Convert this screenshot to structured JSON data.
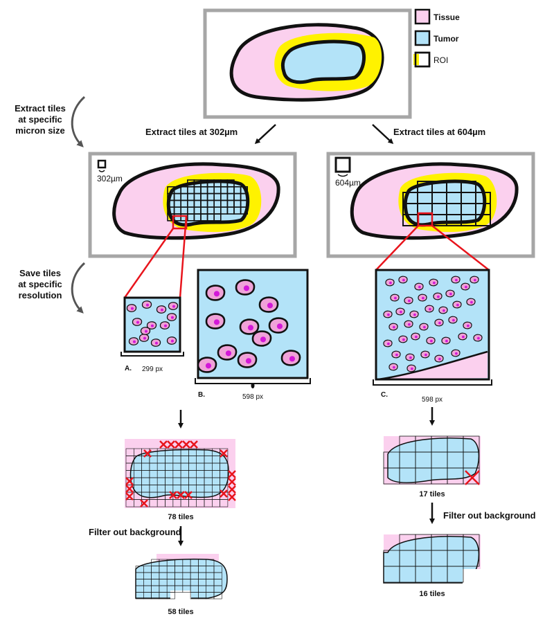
{
  "legend": {
    "tissue": "Tissue",
    "tumor": "Tumor",
    "roi": "ROI"
  },
  "side_labels": {
    "extract": [
      "Extract tiles",
      "at specific",
      "micron size"
    ],
    "save": [
      "Save tiles",
      "at specific",
      "resolution"
    ]
  },
  "extract_left": "Extract tiles at 302µm",
  "extract_right": "Extract tiles at 604µm",
  "panel_left_size": "302µm",
  "panel_right_size": "604µm",
  "tile_a": {
    "letter": "A.",
    "px": "299 px"
  },
  "tile_b": {
    "letter": "B.",
    "px": "598 px"
  },
  "tile_c": {
    "letter": "C.",
    "px": "598 px"
  },
  "left_all_tiles": "78 tiles",
  "left_filtered_tiles": "58 tiles",
  "right_all_tiles": "17 tiles",
  "right_filtered_tiles": "16 tiles",
  "filter_left": "Filter out background",
  "filter_right": "Filter out background",
  "colors": {
    "tissue": "#fbd0ee",
    "tumor": "#b3e3f8",
    "roi": "#fff200",
    "frame": "#a6a6a6",
    "zoom": "#e8141c",
    "nucleus": "#d318d8"
  }
}
